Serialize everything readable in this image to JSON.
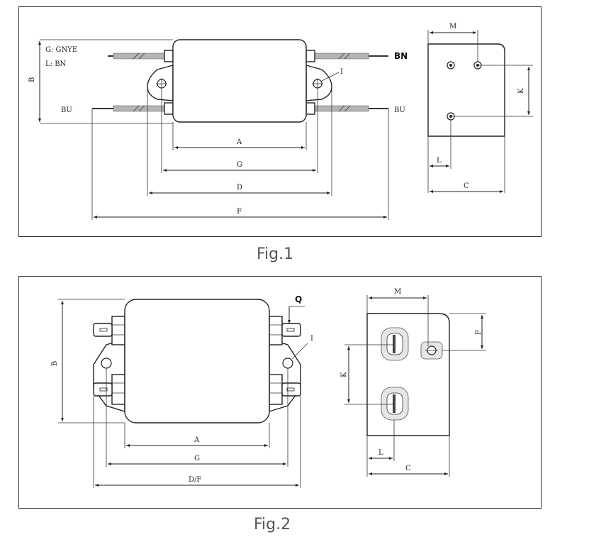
{
  "fig1": {
    "caption": "Fig.1",
    "legend_g": "G: GNYE",
    "legend_l": "L: BN",
    "wire_bn": "BN",
    "wire_bu_left": "BU",
    "wire_bu_right": "BU",
    "dims": {
      "A": "A",
      "G": "G",
      "D": "D",
      "F": "F",
      "B": "B",
      "I": "I",
      "M": "M",
      "K": "K",
      "L": "L",
      "C": "C"
    }
  },
  "fig2": {
    "caption": "Fig.2",
    "dims": {
      "A": "A",
      "G": "G",
      "DF": "D/F",
      "B": "B",
      "I": "I",
      "Q": "Q",
      "M": "M",
      "K": "K",
      "L": "L",
      "C": "C",
      "P": "P"
    }
  }
}
